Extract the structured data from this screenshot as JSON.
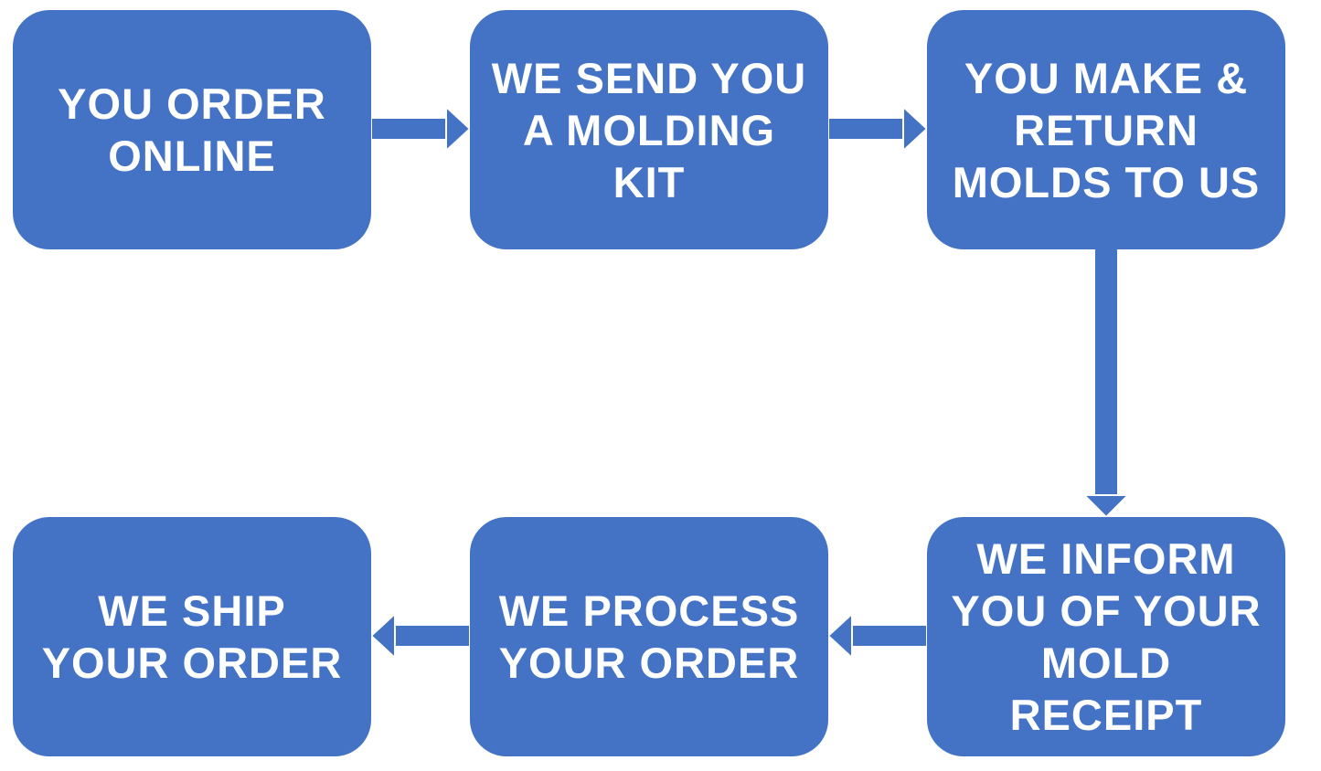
{
  "colors": {
    "box_fill": "#4472C4",
    "arrow": "#4472C4",
    "text": "#ffffff",
    "background": "#ffffff"
  },
  "steps": [
    {
      "id": "s1",
      "label": "YOU ORDER\nONLINE"
    },
    {
      "id": "s2",
      "label": "WE SEND YOU\nA MOLDING\nKIT"
    },
    {
      "id": "s3",
      "label": "YOU MAKE &\nRETURN\nMOLDS TO US"
    },
    {
      "id": "s4",
      "label": "WE INFORM\nYOU OF YOUR\nMOLD\nRECEIPT"
    },
    {
      "id": "s5",
      "label": "WE PROCESS\nYOUR ORDER"
    },
    {
      "id": "s6",
      "label": "WE SHIP\nYOUR ORDER"
    }
  ],
  "connections": [
    {
      "from": "s1",
      "to": "s2",
      "direction": "right"
    },
    {
      "from": "s2",
      "to": "s3",
      "direction": "right"
    },
    {
      "from": "s3",
      "to": "s4",
      "direction": "down"
    },
    {
      "from": "s4",
      "to": "s5",
      "direction": "left"
    },
    {
      "from": "s5",
      "to": "s6",
      "direction": "left"
    }
  ]
}
